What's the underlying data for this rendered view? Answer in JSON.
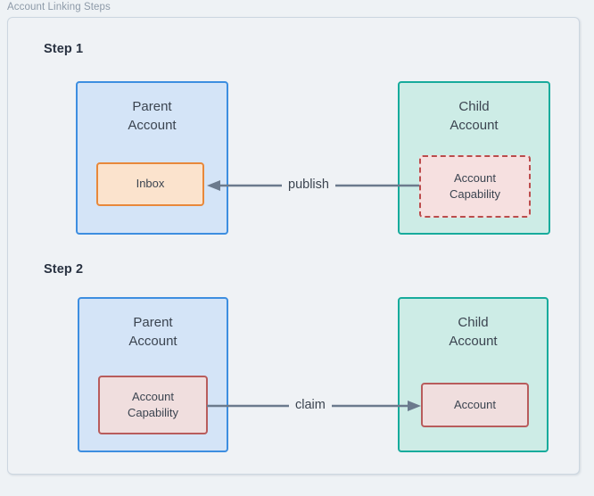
{
  "figure": {
    "caption": "Account Linking Steps",
    "background_color": "#eef2f5",
    "frame_border_color": "#ccd6e0"
  },
  "palette": {
    "parent_fill": "#d4e4f7",
    "parent_border": "#3d8ee0",
    "child_fill": "#cdece6",
    "child_border": "#17ab9c",
    "inbox_fill": "#fbe3cd",
    "inbox_border": "#e8883a",
    "capability_dashed_fill": "#f6e0e0",
    "capability_dashed_border": "#bb4c4c",
    "capability_solid_fill": "#f0dede",
    "capability_solid_border": "#b85c5c",
    "arrow_color": "#6b7a8d",
    "text_color": "#3b4450",
    "heading_color": "#293241"
  },
  "steps": [
    {
      "id": "step1",
      "label": "Step 1",
      "parent": {
        "title": "Parent\nAccount",
        "chip": {
          "label": "Inbox",
          "style": "inbox"
        }
      },
      "child": {
        "title": "Child\nAccount",
        "chip": {
          "label": "Account\nCapability",
          "style": "capability-dashed"
        }
      },
      "arrow": {
        "label": "publish",
        "direction": "right-to-left",
        "from": "child-account-capability",
        "to": "parent-inbox"
      }
    },
    {
      "id": "step2",
      "label": "Step 2",
      "parent": {
        "title": "Parent\nAccount",
        "chip": {
          "label": "Account\nCapability",
          "style": "capability-solid"
        }
      },
      "child": {
        "title": "Child\nAccount",
        "chip": {
          "label": "Account",
          "style": "capability-solid"
        }
      },
      "arrow": {
        "label": "claim",
        "direction": "left-to-right",
        "from": "parent-account-capability",
        "to": "child-account"
      }
    }
  ]
}
